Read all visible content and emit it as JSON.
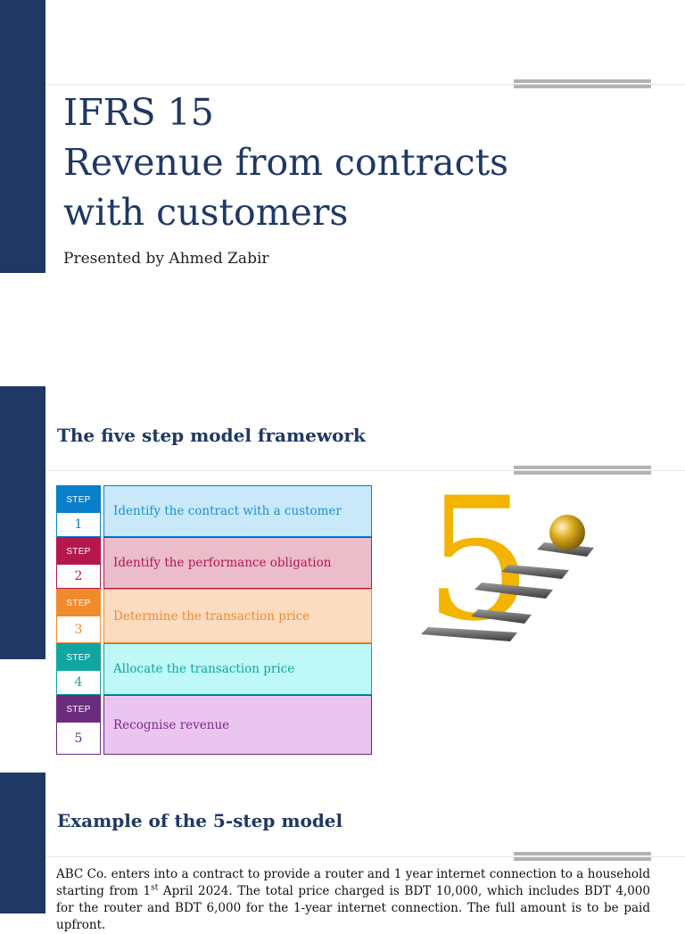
{
  "slide1": {
    "title_lines": [
      "IFRS 15",
      "Revenue from contracts",
      "with customers"
    ],
    "subtitle": "Presented by Ahmed Zabir"
  },
  "slide2": {
    "heading": "The five step model framework",
    "step_label": "STEP",
    "steps": [
      {
        "number": "1",
        "text": "Identify the contract with a customer",
        "color": "#0a7fc9",
        "bg": "#c9e9fb",
        "text_color": "#1a93d1"
      },
      {
        "number": "2",
        "text": "Identify the performance obligation",
        "color": "#b5174e",
        "bg": "#ebbcca",
        "text_color": "#b5174e"
      },
      {
        "number": "3",
        "text": "Determine the transaction price",
        "color": "#f18a2c",
        "bg": "#fcdcc0",
        "text_color": "#f18a2c"
      },
      {
        "number": "4",
        "text": "Allocate the transaction price",
        "color": "#0fa5a0",
        "bg": "#bff9f7",
        "text_color": "#0fa5a0"
      },
      {
        "number": "5",
        "text": "Recognise revenue",
        "color": "#6b2c7e",
        "bg": "#e9c5ef",
        "text_color": "#7a2b87"
      }
    ],
    "art_digit": "5"
  },
  "slide3": {
    "heading": "Example of the 5-step model",
    "para_before_sup": "ABC Co. enters into a contract to provide a router and 1 year internet connection to a household starting from 1",
    "para_sup": "st",
    "para_after_sup": " April 2024. The total price charged is BDT 10,000, which includes BDT 4,000 for the router and BDT 6,000 for the 1-year internet connection. The full amount is to be paid upfront."
  }
}
